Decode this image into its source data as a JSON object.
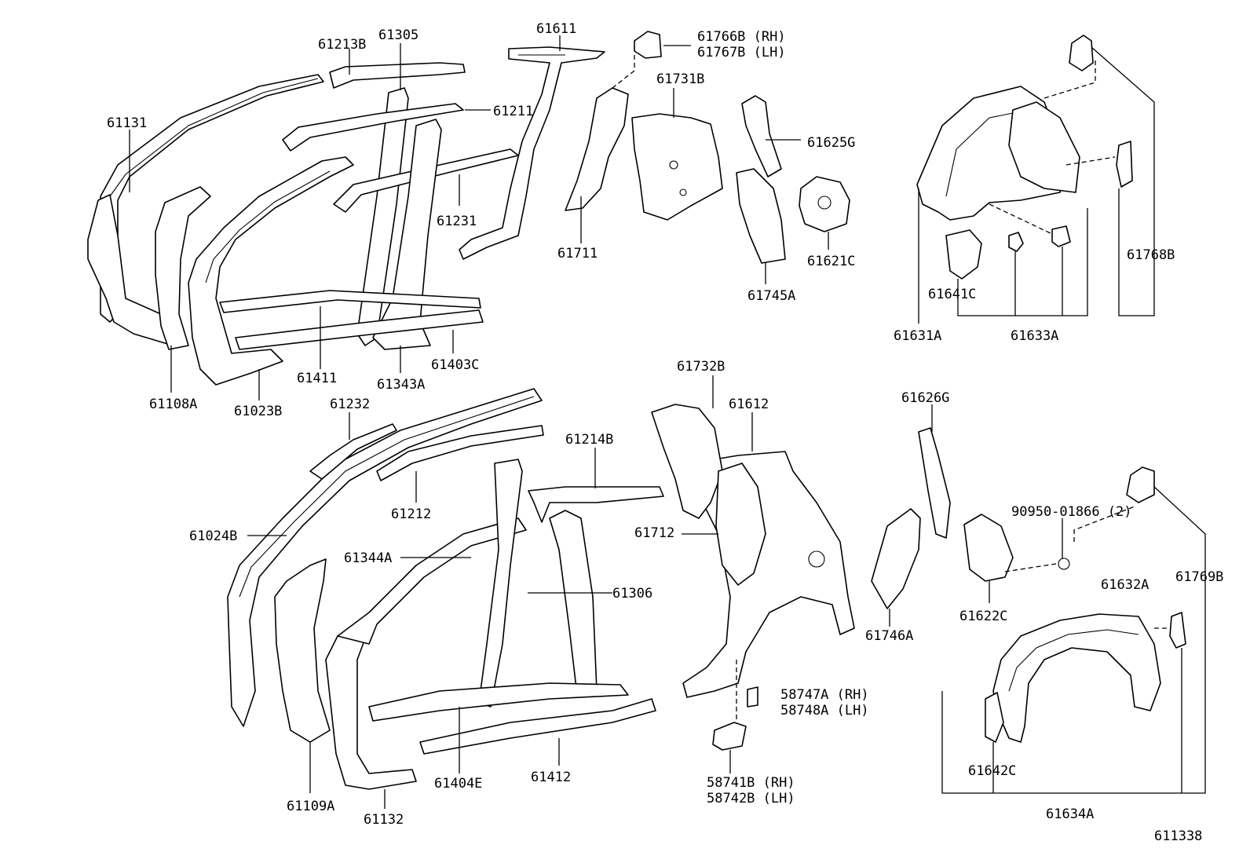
{
  "diagram": {
    "reference": "611338",
    "labels": {
      "p61131": "61131",
      "p61213B": "61213B",
      "p61305": "61305",
      "p61611": "61611",
      "p61766B": "61766B (RH)",
      "p61767B": "61767B (LH)",
      "p61211": "61211",
      "p61731B": "61731B",
      "p61625G": "61625G",
      "p61231": "61231",
      "p61711": "61711",
      "p61621C": "61621C",
      "p61745A": "61745A",
      "p61768B": "61768B",
      "p61641C": "61641C",
      "p61631A": "61631A",
      "p61633A": "61633A",
      "p61411": "61411",
      "p61403C": "61403C",
      "p61343A": "61343A",
      "p61108A": "61108A",
      "p61023B": "61023B",
      "p61232": "61232",
      "p61732B": "61732B",
      "p61612": "61612",
      "p61626G": "61626G",
      "p61214B": "61214B",
      "p61212": "61212",
      "p61024B": "61024B",
      "p61712": "61712",
      "p90950": "90950-01866 (2)",
      "p61344A": "61344A",
      "p61306": "61306",
      "p61632A": "61632A",
      "p61769B": "61769B",
      "p61622C": "61622C",
      "p61746A": "61746A",
      "p58747A": "58747A (RH)",
      "p58748A": "58748A (LH)",
      "p58741B": "58741B (RH)",
      "p58742B": "58742B (LH)",
      "p61642C": "61642C",
      "p61634A": "61634A",
      "p61109A": "61109A",
      "p61404E": "61404E",
      "p61412": "61412",
      "p61132": "61132"
    }
  }
}
